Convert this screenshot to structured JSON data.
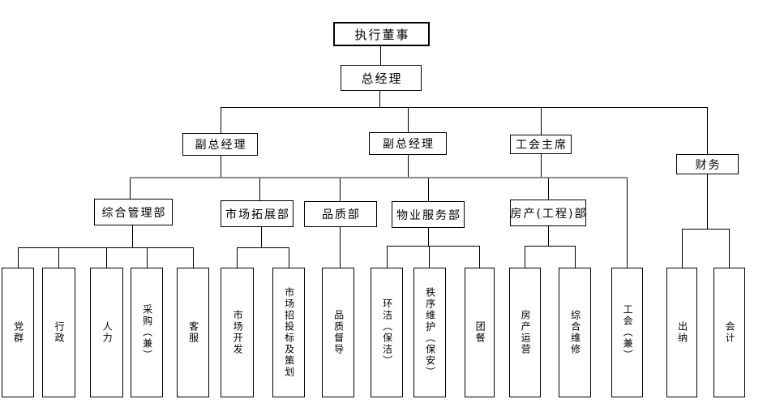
{
  "nodes": {
    "executive_director": "执行董事",
    "general_manager": "总经理",
    "deputy_gm_1": "副总经理",
    "deputy_gm_2": "副总经理",
    "union_chairman": "工会主席",
    "finance": "财务",
    "dept_general_admin": "综合管理部",
    "dept_market_expansion": "市场拓展部",
    "dept_quality": "品质部",
    "dept_property_service": "物业服务部",
    "dept_real_estate": "房产(工程)部",
    "leaf_party_mass": "党群",
    "leaf_admin": "行政",
    "leaf_hr": "人力",
    "leaf_procurement": "采购（兼）",
    "leaf_customer_service": "客服",
    "leaf_market_dev": "市场开发",
    "leaf_bidding_planning": "市场招投标及策划",
    "leaf_quality_supervision": "品质督导",
    "leaf_cleaning": "环洁（保洁）",
    "leaf_order_security": "秩序维护（保安）",
    "leaf_group_catering": "团餐",
    "leaf_realestate_operation": "房产运营",
    "leaf_general_maintenance": "综合维修",
    "leaf_union": "工会（兼）",
    "leaf_cashier": "出纳",
    "leaf_accountant": "会计"
  },
  "colors": {
    "background": "#ffffff",
    "box_border": "#000000",
    "line": "#000000",
    "level2_bus_line": "#8a8a8a"
  }
}
